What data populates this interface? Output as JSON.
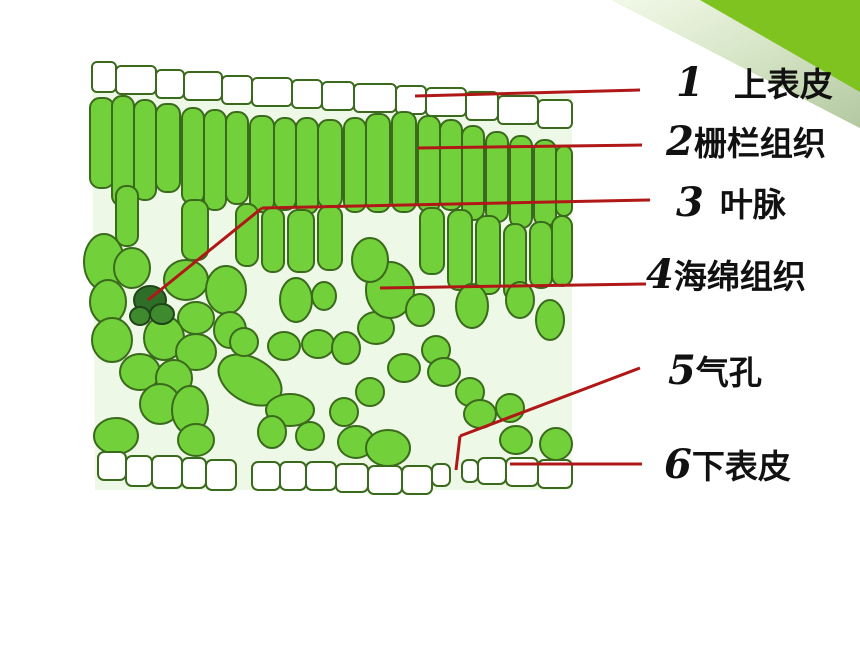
{
  "labels": [
    {
      "num": "1",
      "text": "上表皮"
    },
    {
      "num": "2",
      "text": "栅栏组织"
    },
    {
      "num": "3",
      "text": "叶脉"
    },
    {
      "num": "4",
      "text": "海绵组织"
    },
    {
      "num": "5",
      "text": "气孔"
    },
    {
      "num": "6",
      "text": "下表皮"
    }
  ],
  "colors": {
    "cell_fill": "#72d13a",
    "cell_stroke": "#3a6a1c",
    "vein_fill": "#2f6e28",
    "epidermis_fill": "#ffffff",
    "leader_line": "#b01818",
    "corner_ribbon": "#7ec320"
  }
}
